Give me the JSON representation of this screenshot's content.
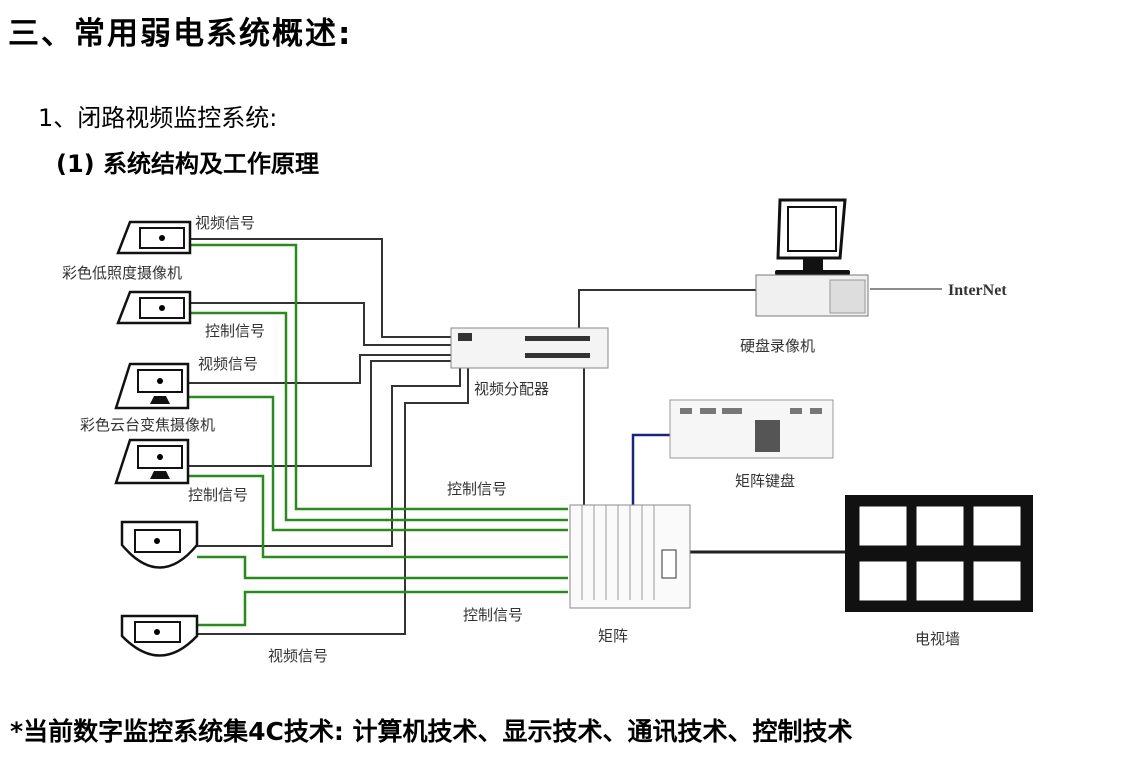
{
  "title": "三、常用弱电系统概述:",
  "section": "1、闭路视频监控系统:",
  "subsection": "(1) 系统结构及工作原理",
  "diagram": {
    "labels": {
      "video_signal_1": "视频信号",
      "camera_group_1": "彩色低照度摄像机",
      "control_signal_1": "控制信号",
      "video_signal_2": "视频信号",
      "camera_group_2": "彩色云台变焦摄像机",
      "control_signal_2": "控制信号",
      "control_signal_3": "控制信号",
      "control_signal_4": "控制信号",
      "video_signal_3": "视频信号",
      "splitter": "视频分配器",
      "dvr": "硬盘录像机",
      "internet": "InterNet",
      "keyboard": "矩阵键盘",
      "matrix": "矩阵",
      "tv_wall": "电视墙"
    },
    "colors": {
      "video_line": "#333333",
      "control_line": "#2a8a1e",
      "keyboard_line": "#1a237e"
    }
  },
  "footer": "*当前数字监控系统集4C技术: 计算机技术、显示技术、通讯技术、控制技术"
}
